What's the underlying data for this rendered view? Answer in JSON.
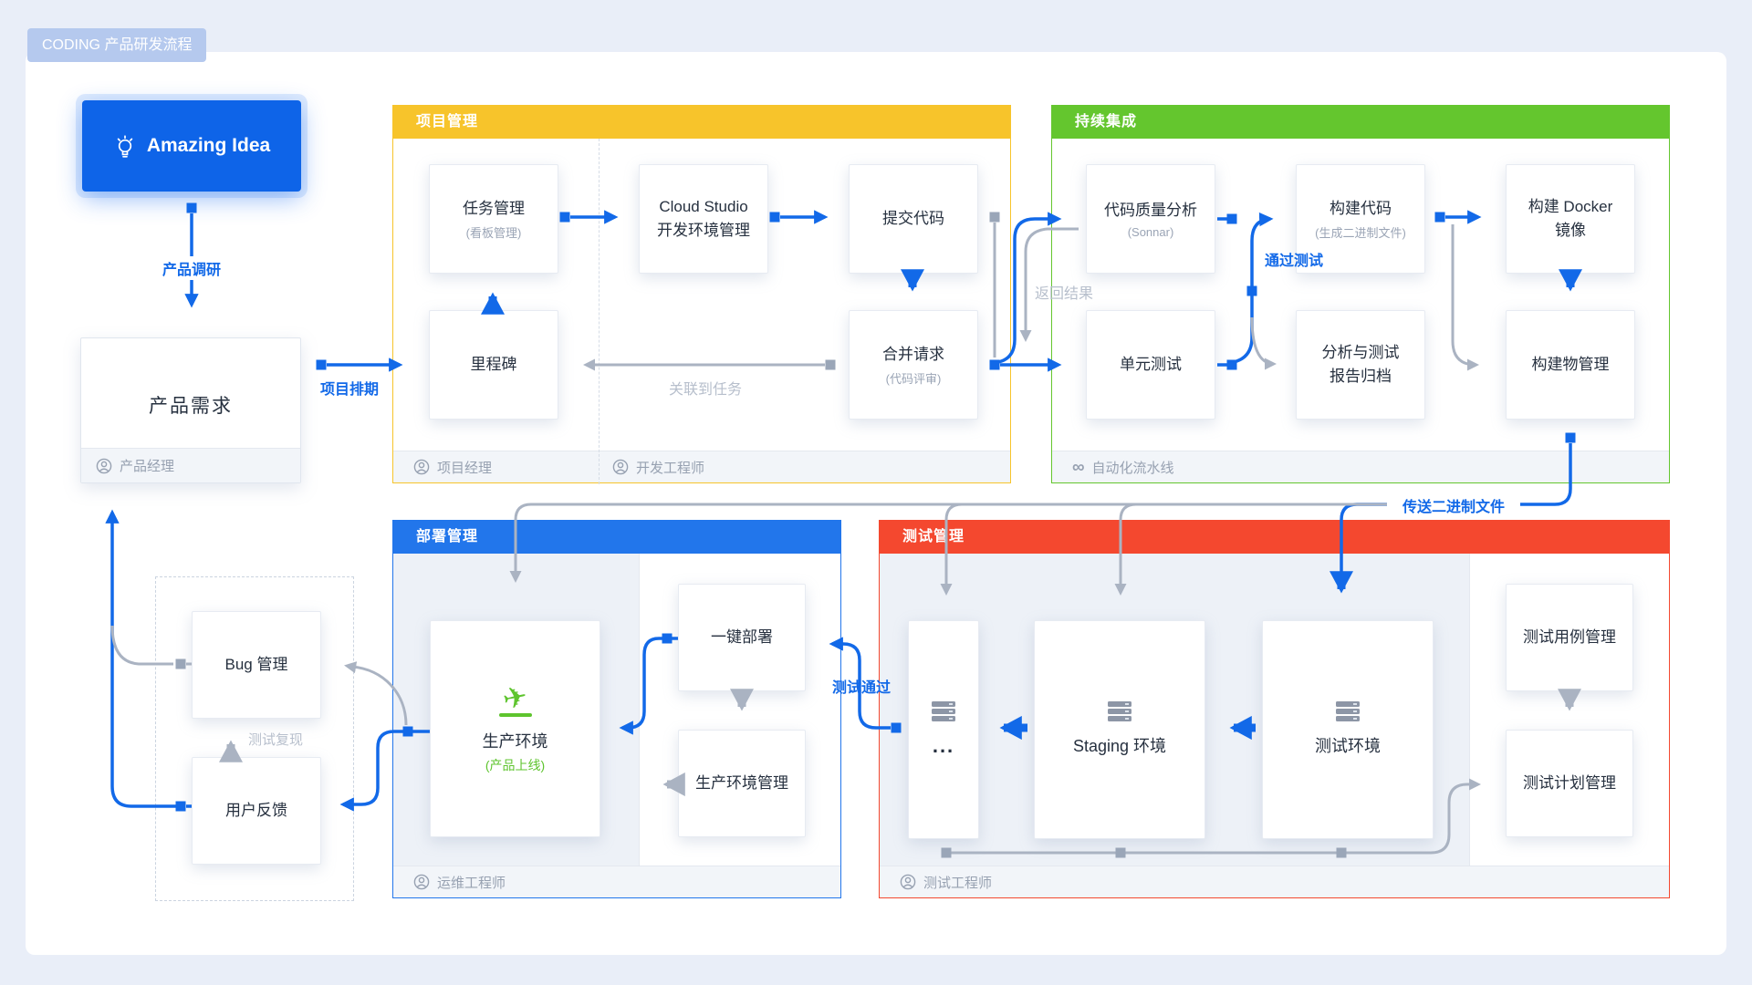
{
  "badge": "CODING 产品研发流程",
  "idea": {
    "label": "Amazing Idea"
  },
  "colors": {
    "blue": "#1269E8",
    "gray": "#AAB3C2",
    "yellow": "#F7C42B",
    "green": "#64C62E",
    "deploy": "#2276EB",
    "red": "#F4482F"
  },
  "sections": {
    "pm": {
      "title": "项目管理",
      "role1": "项目经理",
      "role2": "开发工程师"
    },
    "ci": {
      "title": "持续集成",
      "role": "自动化流水线"
    },
    "deploy": {
      "title": "部署管理",
      "role": "运维工程师"
    },
    "test": {
      "title": "测试管理",
      "role": "测试工程师"
    }
  },
  "req": {
    "title": "产品需求",
    "role": "产品经理"
  },
  "boxes": {
    "task": {
      "title": "任务管理",
      "subtitle": "(看板管理)"
    },
    "cloud": {
      "title": "Cloud Studio",
      "title2": "开发环境管理"
    },
    "commit": {
      "title": "提交代码"
    },
    "milestone": {
      "title": "里程碑"
    },
    "merge": {
      "title": "合并请求",
      "subtitle": "(代码评审)"
    },
    "quality": {
      "title": "代码质量分析",
      "subtitle": "(Sonnar)"
    },
    "build": {
      "title": "构建代码",
      "subtitle": "(生成二进制文件)"
    },
    "docker": {
      "title": "构建 Docker",
      "title2": "镜像"
    },
    "unittest": {
      "title": "单元测试"
    },
    "report": {
      "title": "分析与测试",
      "title2": "报告归档"
    },
    "artifact": {
      "title": "构建物管理"
    },
    "prod": {
      "title": "生产环境",
      "subtitle": "(产品上线)"
    },
    "oneclick": {
      "title": "一键部署"
    },
    "prodmgmt": {
      "title": "生产环境管理"
    },
    "envdots": {
      "title": "..."
    },
    "staging": {
      "title": "Staging 环境"
    },
    "testenv": {
      "title": "测试环境"
    },
    "testcase": {
      "title": "测试用例管理"
    },
    "testplan": {
      "title": "测试计划管理"
    },
    "bug": {
      "title": "Bug 管理"
    },
    "feedback": {
      "title": "用户反馈"
    }
  },
  "edge_labels": {
    "product_research": "产品调研",
    "schedule": "项目排期",
    "link_task": "关联到任务",
    "return_result": "返回结果",
    "pass_test": "通过测试",
    "transfer_binary": "传送二进制文件",
    "test_pass": "测试通过",
    "test_reproduce": "测试复现"
  }
}
